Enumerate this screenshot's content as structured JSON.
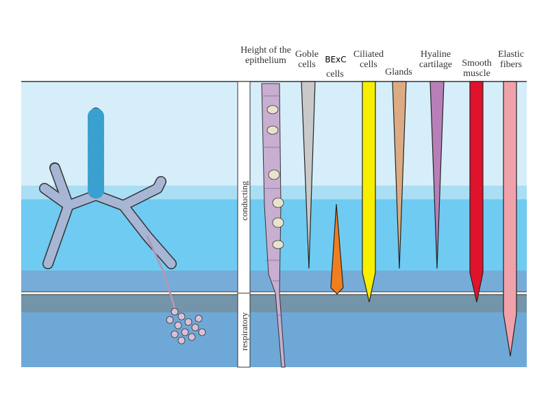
{
  "headers": {
    "height": "Height of the epithelium",
    "goblet_top": "Goble",
    "goblet_bottom": "cells",
    "overlay": "BExC",
    "bexc_cells": "cells",
    "ciliated_top": "Ciliated",
    "ciliated_bottom": "cells",
    "glands": "Glands",
    "hyaline": "Hyaline cartilage",
    "smooth": "Smooth muscle",
    "elastic": "Elastic fibers"
  },
  "zones": {
    "conducting": "conducting",
    "respiratory": "respiratory"
  },
  "colors": {
    "goblet": "#c9c9c9",
    "bexc": "#f07e1e",
    "ciliated": "#f7ee00",
    "glands": "#dcab84",
    "hyaline": "#b77fb8",
    "smooth": "#e0122c",
    "elastic": "#f0a2aa"
  }
}
